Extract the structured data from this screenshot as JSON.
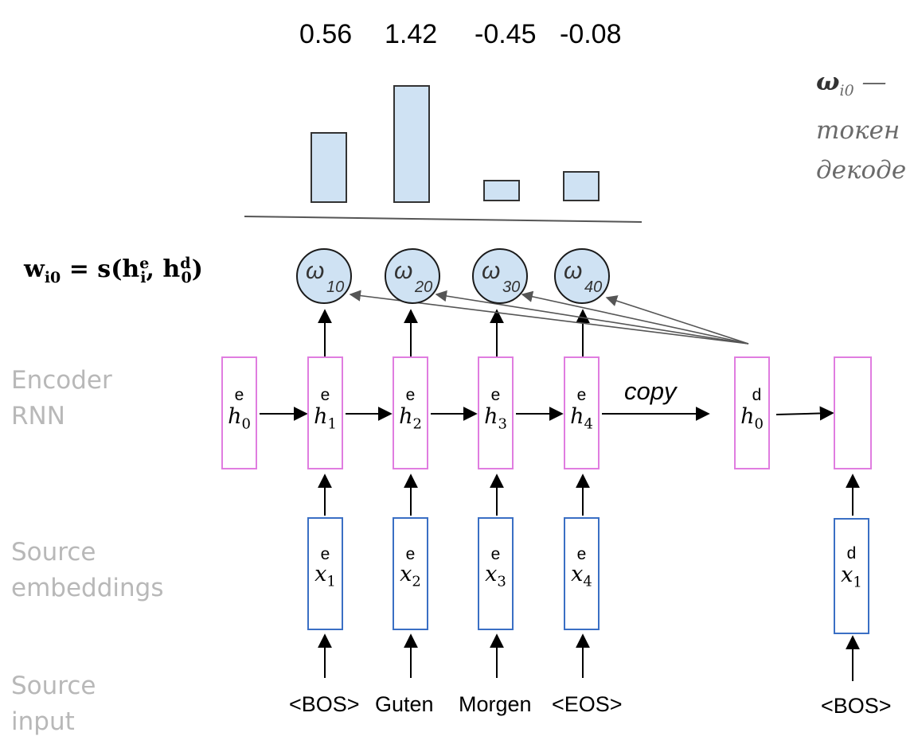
{
  "scores": {
    "s1": "0.56",
    "s2": "1.42",
    "s3": "-0.45",
    "s4": "-0.08"
  },
  "formula": {
    "lhs": "w",
    "lhs_sub": "i0",
    "eq": " = s(h",
    "h_sub": "i",
    "h_sup": "e",
    "comma": ", h",
    "h2_sub": "0",
    "h2_sup": "d",
    "close": ")"
  },
  "side_note": {
    "symbol": "ω",
    "symbol_sub": "i0",
    "dash": " —",
    "line2": "токен",
    "line3": "декоде"
  },
  "labels": {
    "encoder": [
      "Encoder",
      "RNN"
    ],
    "embeddings": [
      "Source",
      "embeddings"
    ],
    "input": [
      "Source",
      "input"
    ]
  },
  "encoder_states": [
    {
      "sym": "h",
      "sub": "0",
      "sup": "e"
    },
    {
      "sym": "h",
      "sub": "1",
      "sup": "e"
    },
    {
      "sym": "h",
      "sub": "2",
      "sup": "e"
    },
    {
      "sym": "h",
      "sub": "3",
      "sup": "e"
    },
    {
      "sym": "h",
      "sub": "4",
      "sup": "e"
    }
  ],
  "decoder_state": {
    "sym": "h",
    "sub": "0",
    "sup": "d"
  },
  "embeddings": [
    {
      "sym": "x",
      "sub": "1",
      "sup": "e"
    },
    {
      "sym": "x",
      "sub": "2",
      "sup": "e"
    },
    {
      "sym": "x",
      "sub": "3",
      "sup": "e"
    },
    {
      "sym": "x",
      "sub": "4",
      "sup": "e"
    }
  ],
  "decoder_embedding": {
    "sym": "x",
    "sub": "1",
    "sup": "d"
  },
  "omegas": [
    {
      "sym": "ω",
      "sub": "10"
    },
    {
      "sym": "ω",
      "sub": "20"
    },
    {
      "sym": "ω",
      "sub": "30"
    },
    {
      "sym": "ω",
      "sub": "40"
    }
  ],
  "copy_label": "copy",
  "tokens": [
    "<BOS>",
    "Guten",
    "Morgen",
    "<EOS>"
  ],
  "decoder_token": "<BOS>",
  "colors": {
    "encoder_border": "#e07de0",
    "embedding_border": "#3a6fc4",
    "bar_fill": "#cfe2f3",
    "omega_fill": "#cfe2f3"
  }
}
